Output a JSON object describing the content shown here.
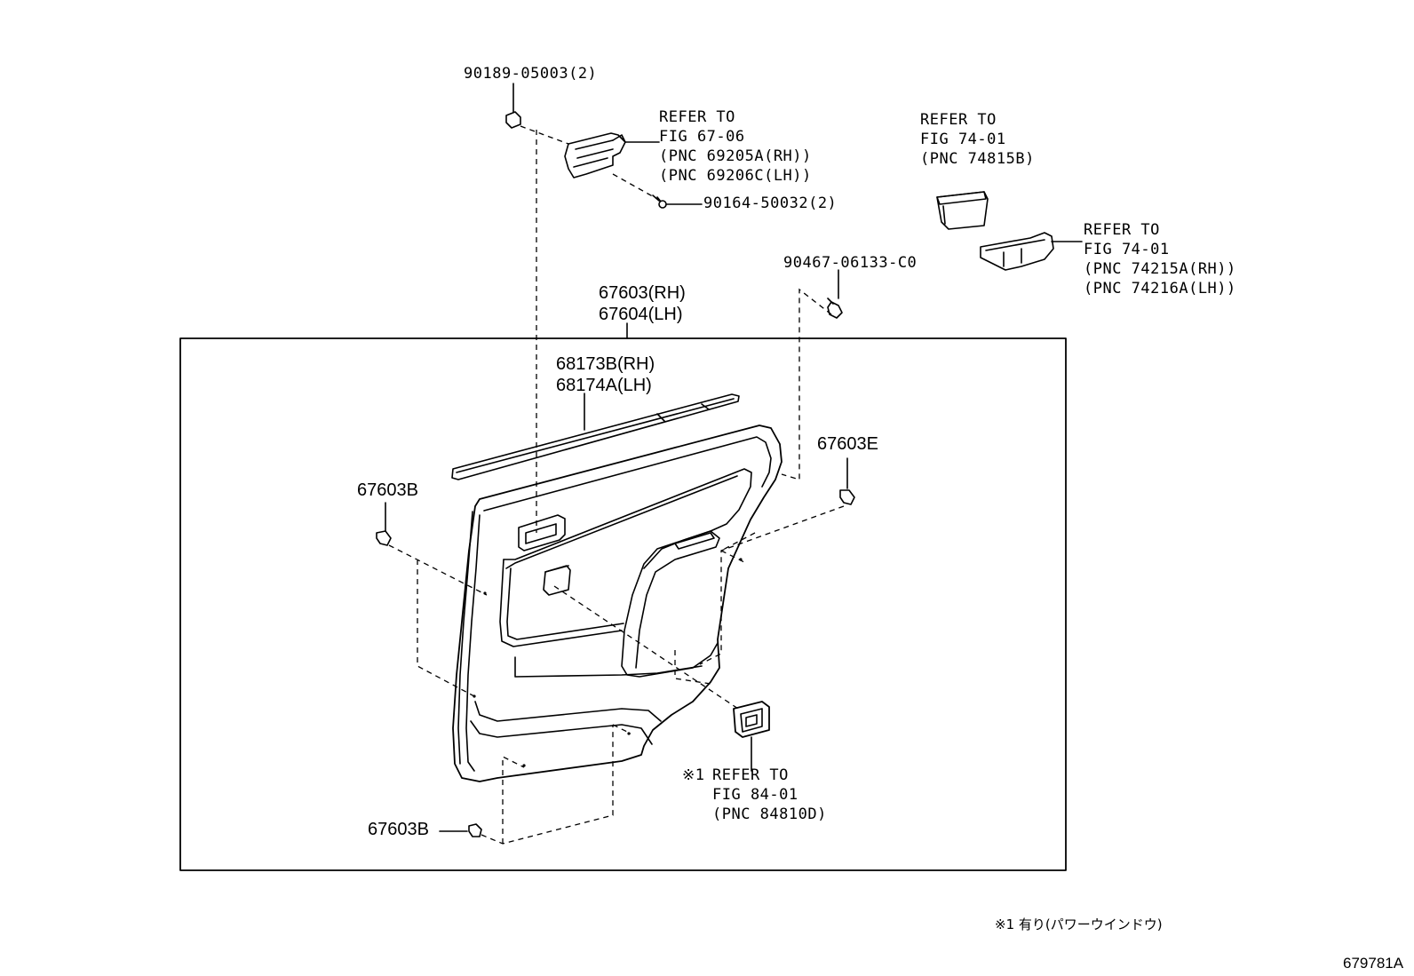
{
  "diagram_id": "679781A",
  "footnote": "※1 有り(パワーウインドウ)",
  "callouts": {
    "bolt_90189": "90189-05003(2)",
    "inside_handle": [
      "REFER TO",
      "FIG 67-06",
      "(PNC 69205A(RH))",
      "(PNC 69206C(LH))"
    ],
    "screw_90164": "90164-50032(2)",
    "armrest_base": [
      "REFER TO",
      "FIG 74-01",
      "(PNC 74815B)"
    ],
    "armrest": [
      "REFER TO",
      "FIG 74-01",
      "(PNC 74215A(RH))",
      "(PNC 74216A(LH))"
    ],
    "clip_90467": "90467-06133-C0",
    "panel": [
      "67603(RH)",
      "67604(LH)"
    ],
    "weatherstrip": [
      "68173B(RH)",
      "68174A(LH)"
    ],
    "clip_e": "67603E",
    "clip_b_upper": "67603B",
    "clip_b_lower": "67603B",
    "switch_note_mark": "※1",
    "switch": [
      "REFER TO",
      "FIG 84-01",
      "(PNC 84810D)"
    ]
  }
}
